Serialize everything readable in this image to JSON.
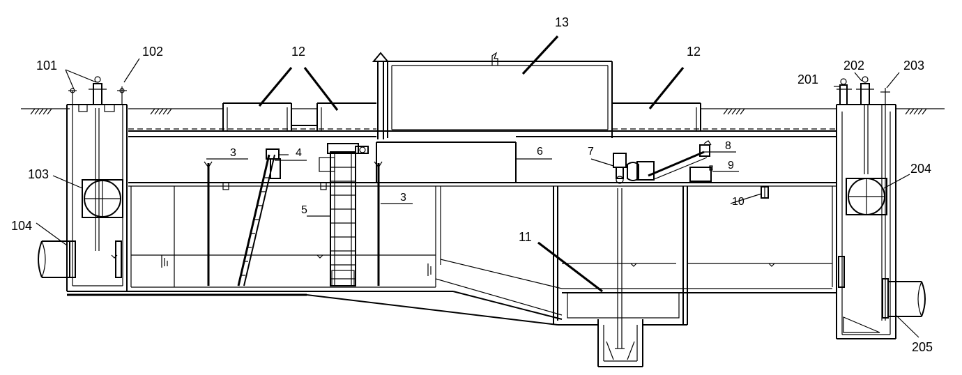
{
  "labels": {
    "l101": "101",
    "l102": "102",
    "l103": "103",
    "l104": "104",
    "l3a": "3",
    "l3b": "3",
    "l4": "4",
    "l5": "5",
    "l6": "6",
    "l7": "7",
    "l8": "8",
    "l9": "9",
    "l10": "10",
    "l11": "11",
    "l12a": "12",
    "l12b": "12",
    "l13": "13",
    "l201": "201",
    "l202": "202",
    "l203": "203",
    "l204": "204",
    "l205": "205"
  },
  "colors": {
    "line": "#000000",
    "background": "#ffffff"
  }
}
